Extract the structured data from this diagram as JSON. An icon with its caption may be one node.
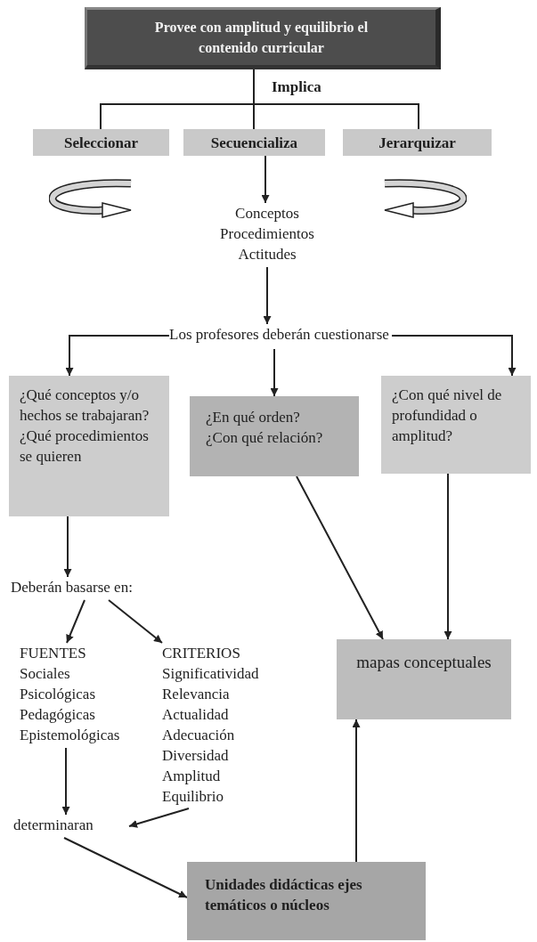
{
  "diagram": {
    "nodes": [
      {
        "text": [
          "Provee con amplitud y equilibrio el contenido curricular"
        ]
      },
      {
        "text": [
          "Seleccionar"
        ]
      },
      {
        "text": [
          "Secuencializa"
        ]
      },
      {
        "text": [
          "Jerarquizar"
        ]
      },
      {
        "text": [
          "Conceptos",
          "Procedimientos",
          "Actitudes"
        ]
      },
      {
        "text": [
          "Los  profesores deberán cuestionarse"
        ]
      },
      {
        "text": [
          "¿Qué conceptos y/o hechos se trabajaran?",
          "¿Qué procedimientos se quieren"
        ]
      },
      {
        "text": [
          "¿En qué orden?",
          "¿Con qué relación?"
        ]
      },
      {
        "text": [
          "¿Con qué nivel de profundidad o amplitud?"
        ]
      },
      {
        "text": [
          "Deberán basarse en:"
        ]
      },
      {
        "text": [
          "FUENTES",
          "Sociales",
          "Psicológicas",
          "Pedagógicas",
          "Epistemológicas"
        ]
      },
      {
        "text": [
          "CRITERIOS",
          "Significatividad",
          "Relevancia",
          "Actualidad",
          "Adecuación",
          "Diversidad",
          "Amplitud",
          "Equilibrio"
        ]
      },
      {
        "text": [
          "mapas conceptuales"
        ]
      },
      {
        "text": [
          "determinaran"
        ]
      },
      {
        "text": [
          "Unidades didácticas ejes temáticos o núcleos"
        ]
      }
    ],
    "edges": [
      {
        "from": 0,
        "to": 1,
        "arrow": "none"
      },
      {
        "from": 0,
        "to": 2,
        "arrow": "none"
      },
      {
        "from": 0,
        "to": 3,
        "arrow": "none"
      },
      {
        "from": 2,
        "to": 4,
        "arrow": "to"
      },
      {
        "from": 4,
        "to": 5,
        "arrow": "to"
      },
      {
        "from": 5,
        "to": 6,
        "arrow": "to"
      },
      {
        "from": 5,
        "to": 7,
        "arrow": "to"
      },
      {
        "from": 5,
        "to": 8,
        "arrow": "to"
      },
      {
        "from": 6,
        "to": 9,
        "arrow": "to"
      },
      {
        "from": 9,
        "to": 10,
        "arrow": "to"
      },
      {
        "from": 9,
        "to": 11,
        "arrow": "to"
      },
      {
        "from": 7,
        "to": 12,
        "arrow": "to"
      },
      {
        "from": 8,
        "to": 12,
        "arrow": "to"
      },
      {
        "from": 10,
        "to": 13,
        "arrow": "to"
      },
      {
        "from": 11,
        "to": 13,
        "arrow": "to"
      },
      {
        "from": 13,
        "to": 14,
        "arrow": "to"
      },
      {
        "from": 14,
        "to": 12,
        "arrow": "to"
      }
    ],
    "labels": [
      "Implica"
    ]
  }
}
